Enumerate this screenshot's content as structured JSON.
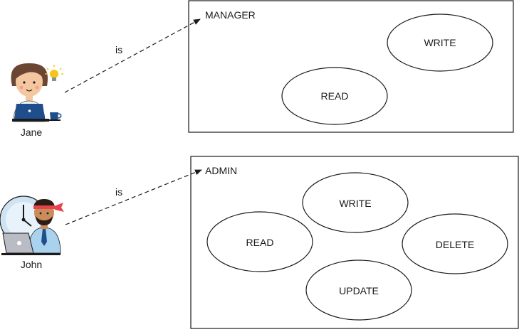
{
  "users": [
    {
      "name": "Jane",
      "avatar": "woman-at-laptop-with-lightbulb-icon"
    },
    {
      "name": "John",
      "avatar": "man-at-laptop-with-clock-icon"
    }
  ],
  "relations": [
    {
      "label": "is"
    },
    {
      "label": "is"
    }
  ],
  "roles": {
    "manager": {
      "title": "MANAGER",
      "permissions": {
        "write": "WRITE",
        "read": "READ"
      }
    },
    "admin": {
      "title": "ADMIN",
      "permissions": {
        "write": "WRITE",
        "read": "READ",
        "delete": "DELETE",
        "update": "UPDATE"
      }
    }
  },
  "colors": {
    "line": "#1a1a1a",
    "skin": "#f4c7a1",
    "jane_hair": "#6b4632",
    "laptop_blue": "#1f4e8c",
    "bulb": "#f5c518",
    "clock_face": "#cfe3f2",
    "headband": "#e8434b",
    "john_shirt": "#a9d2ef",
    "tie": "#1f4e8c",
    "laptop_grey": "#b9bcc4"
  }
}
